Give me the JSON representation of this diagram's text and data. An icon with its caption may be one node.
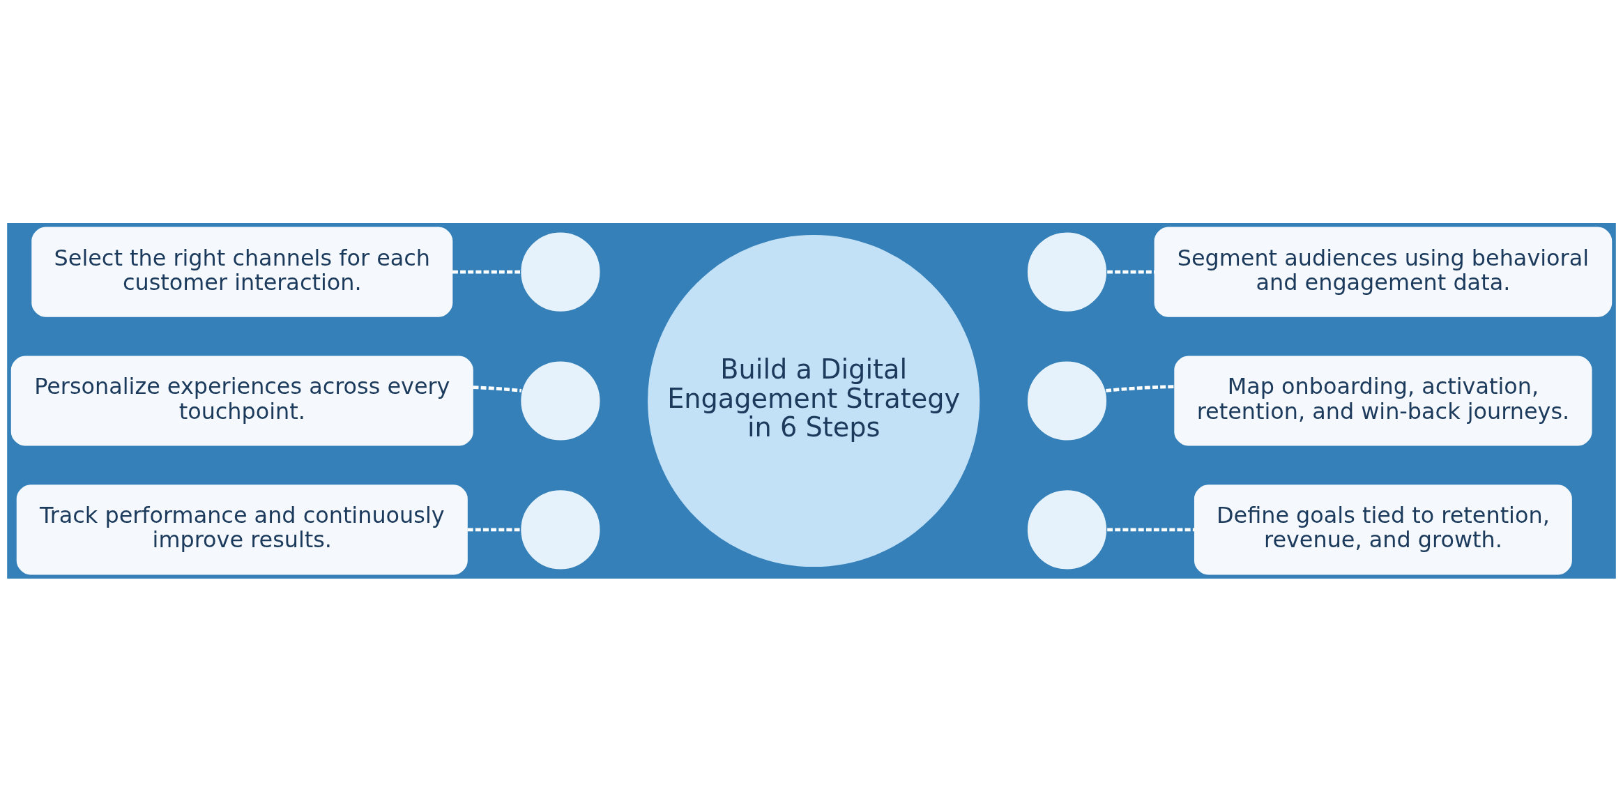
{
  "diagram": {
    "nodes": [
      {
        "text": [
          "Track performance and continuously improve results."
        ]
      },
      {
        "text": [
          "Define goals tied to retention, revenue, and growth."
        ]
      },
      {
        "text": [
          "Build a Digital Engagement Strategy in 6 Steps"
        ]
      },
      {
        "text": [],
        "shape": "circle"
      },
      {
        "text": [],
        "shape": "circle"
      },
      {
        "text": [
          "Personalize experiences across every touchpoint."
        ]
      },
      {
        "text": [],
        "shape": "circle"
      },
      {
        "text": [],
        "shape": "circle"
      },
      {
        "text": [
          "Map onboarding, activation, retention, and win-back journeys."
        ]
      },
      {
        "text": [],
        "shape": "circle"
      },
      {
        "text": [],
        "shape": "circle"
      },
      {
        "text": [
          "Select the right channels for each customer interaction."
        ]
      },
      {
        "text": [
          "Segment audiences using behavioral and engagement data."
        ]
      }
    ],
    "edges": [
      {
        "from": 0,
        "to": 3,
        "arrow": "none",
        "style": "dashed"
      },
      {
        "from": 1,
        "to": 4,
        "arrow": "none",
        "style": "dashed"
      },
      {
        "from": 5,
        "to": 6,
        "arrow": "none",
        "style": "dashed"
      },
      {
        "from": 8,
        "to": 7,
        "arrow": "none",
        "style": "dashed"
      },
      {
        "from": 11,
        "to": 9,
        "arrow": "none",
        "style": "dashed"
      },
      {
        "from": 12,
        "to": 10,
        "arrow": "none",
        "style": "dashed"
      }
    ]
  }
}
